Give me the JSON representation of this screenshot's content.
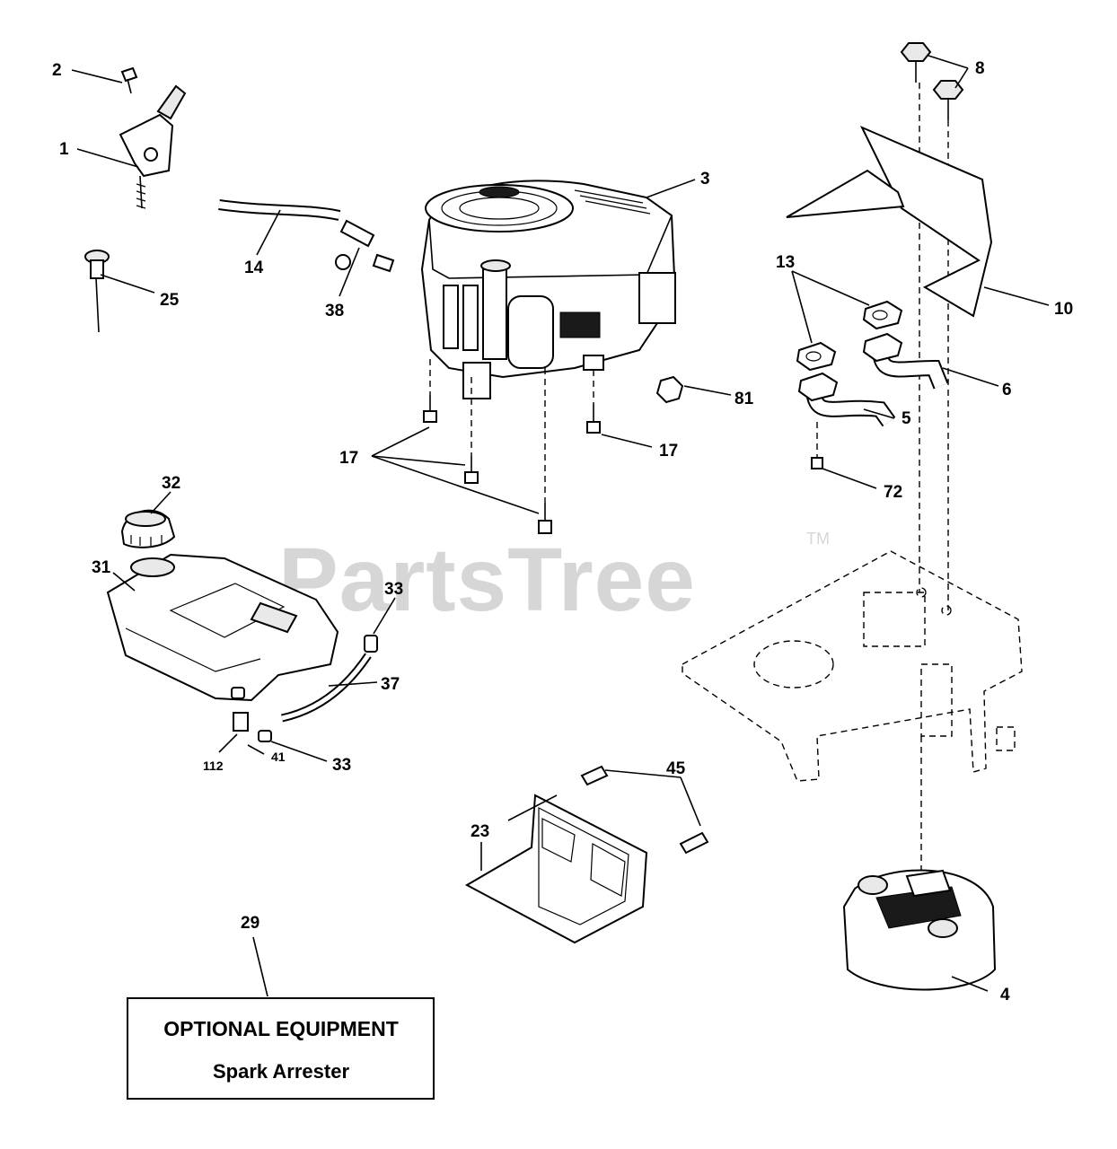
{
  "watermark": {
    "text": "PartsTree",
    "trademark": "TM"
  },
  "callouts": [
    {
      "id": "c2",
      "label": "2"
    },
    {
      "id": "c1",
      "label": "1"
    },
    {
      "id": "c25",
      "label": "25"
    },
    {
      "id": "c14",
      "label": "14"
    },
    {
      "id": "c38",
      "label": "38"
    },
    {
      "id": "c3",
      "label": "3"
    },
    {
      "id": "c81",
      "label": "81"
    },
    {
      "id": "c17a",
      "label": "17"
    },
    {
      "id": "c17b",
      "label": "17"
    },
    {
      "id": "c8",
      "label": "8"
    },
    {
      "id": "c10",
      "label": "10"
    },
    {
      "id": "c13",
      "label": "13"
    },
    {
      "id": "c6",
      "label": "6"
    },
    {
      "id": "c5",
      "label": "5"
    },
    {
      "id": "c72",
      "label": "72"
    },
    {
      "id": "c32",
      "label": "32"
    },
    {
      "id": "c31",
      "label": "31"
    },
    {
      "id": "c33a",
      "label": "33"
    },
    {
      "id": "c37",
      "label": "37"
    },
    {
      "id": "c112",
      "label": "112"
    },
    {
      "id": "c41",
      "label": "41"
    },
    {
      "id": "c33b",
      "label": "33"
    },
    {
      "id": "c45",
      "label": "45"
    },
    {
      "id": "c23",
      "label": "23"
    },
    {
      "id": "c29",
      "label": "29"
    },
    {
      "id": "c4",
      "label": "4"
    }
  ],
  "optional_box": {
    "title": "OPTIONAL EQUIPMENT",
    "item": "Spark Arrester"
  }
}
